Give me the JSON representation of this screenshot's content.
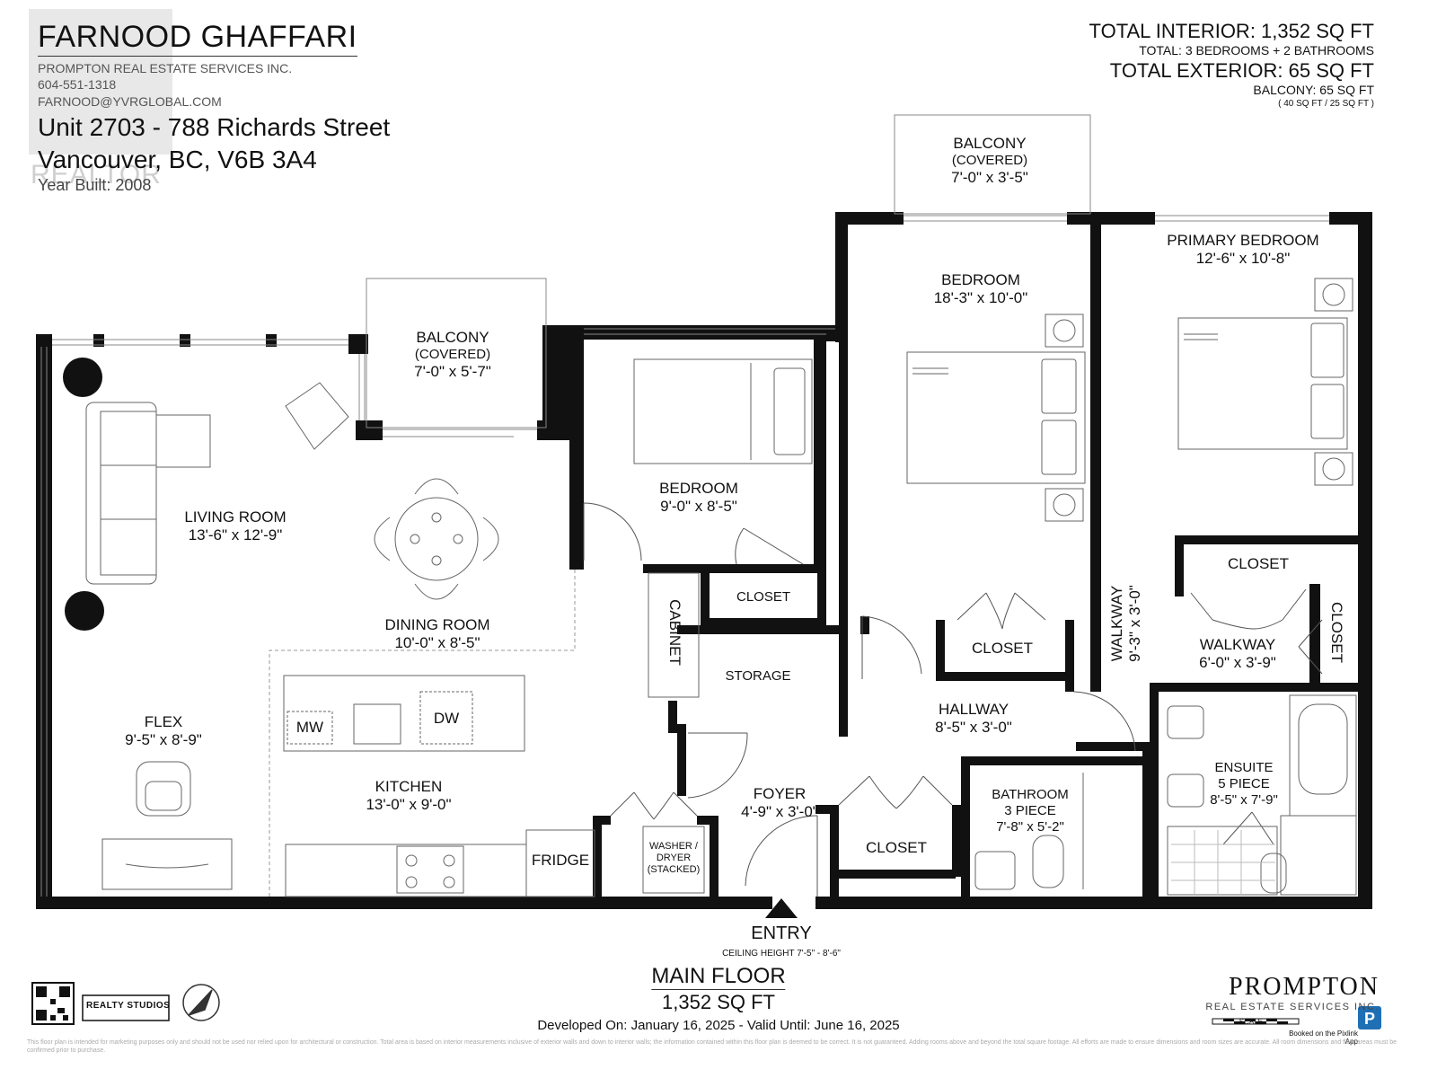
{
  "header": {
    "agent_name": "FARNOOD GHAFFARI",
    "company": "PROMPTON REAL ESTATE SERVICES INC.",
    "phone": "604-551-1318",
    "email": "FARNOOD@YVRGLOBAL.COM",
    "address_line1": "Unit 2703 - 788 Richards Street",
    "address_line2": "Vancouver, BC, V6B 3A4",
    "year_built": "Year Built: 2008",
    "watermark": "REALTOR"
  },
  "totals": {
    "interior": "TOTAL INTERIOR: 1,352 SQ FT",
    "rooms": "TOTAL: 3 BEDROOMS + 2 BATHROOMS",
    "exterior": "TOTAL EXTERIOR: 65 SQ FT",
    "balcony": "BALCONY: 65 SQ FT",
    "balcony_split": "( 40 SQ FT / 25 SQ FT )"
  },
  "rooms": {
    "balcony_right": {
      "name": "BALCONY",
      "sub": "(COVERED)",
      "dims": "7'-0\" x 3'-5\""
    },
    "balcony_left": {
      "name": "BALCONY",
      "sub": "(COVERED)",
      "dims": "7'-0\" x 5'-7\""
    },
    "bedroom_mid": {
      "name": "BEDROOM",
      "dims": "18'-3\" x 10'-0\""
    },
    "primary_bedroom": {
      "name": "PRIMARY BEDROOM",
      "dims": "12'-6\" x 10'-8\""
    },
    "bedroom_small": {
      "name": "BEDROOM",
      "dims": "9'-0\" x 8'-5\""
    },
    "living_room": {
      "name": "LIVING ROOM",
      "dims": "13'-6\" x 12'-9\""
    },
    "dining_room": {
      "name": "DINING ROOM",
      "dims": "10'-0\" x 8'-5\""
    },
    "flex": {
      "name": "FLEX",
      "dims": "9'-5\" x 8'-9\""
    },
    "kitchen": {
      "name": "KITCHEN",
      "dims": "13'-0\" x 9'-0\""
    },
    "foyer": {
      "name": "FOYER",
      "dims": "4'-9\" x 3'-0\""
    },
    "hallway": {
      "name": "HALLWAY",
      "dims": "8'-5\" x 3'-0\""
    },
    "walkway_vert": {
      "name": "WALKWAY",
      "dims": "9'-3\" x 3'-0\""
    },
    "walkway_primary": {
      "name": "WALKWAY",
      "dims": "6'-0\" x 3'-9\""
    },
    "bathroom": {
      "name": "BATHROOM",
      "sub": "3 PIECE",
      "dims": "7'-8\" x 5'-2\""
    },
    "ensuite": {
      "name": "ENSUITE",
      "sub": "5 PIECE",
      "dims": "8'-5\" x 7'-9\""
    }
  },
  "labels": {
    "closet": "CLOSET",
    "cabinet": "CABINET",
    "storage": "STORAGE",
    "fridge": "FRIDGE",
    "mw": "MW",
    "dw": "DW",
    "washer1": "WASHER /",
    "washer2": "DRYER",
    "washer3": "(STACKED)"
  },
  "footer": {
    "entry": "ENTRY",
    "ceiling": "CEILING HEIGHT 7'-5\" - 8'-6\"",
    "floor_name": "MAIN FLOOR",
    "floor_area": "1,352 SQ FT",
    "developed": "Developed On: January 16, 2025 - Valid Until: June 16, 2025",
    "brand_name": "PROMPTON",
    "brand_sub": "REAL ESTATE SERVICES INC.",
    "realty_studios": "REALTY STUDIOS",
    "scale_label": "SCALE",
    "booked_on": "Booked on the Pixlink App",
    "fine_print": "This floor plan is intended for marketing purposes only and should not be used nor relied upon for architectural or construction. Total area is based on interior measurements inclusive of exterior walls and down to interior walls; the information contained within this floor plan is deemed to be correct. It is not guaranteed. Adding rooms above and beyond the total square footage. All efforts are made to ensure dimensions and room sizes are accurate. All room dimensions and floor areas must be confirmed prior to purchase."
  }
}
